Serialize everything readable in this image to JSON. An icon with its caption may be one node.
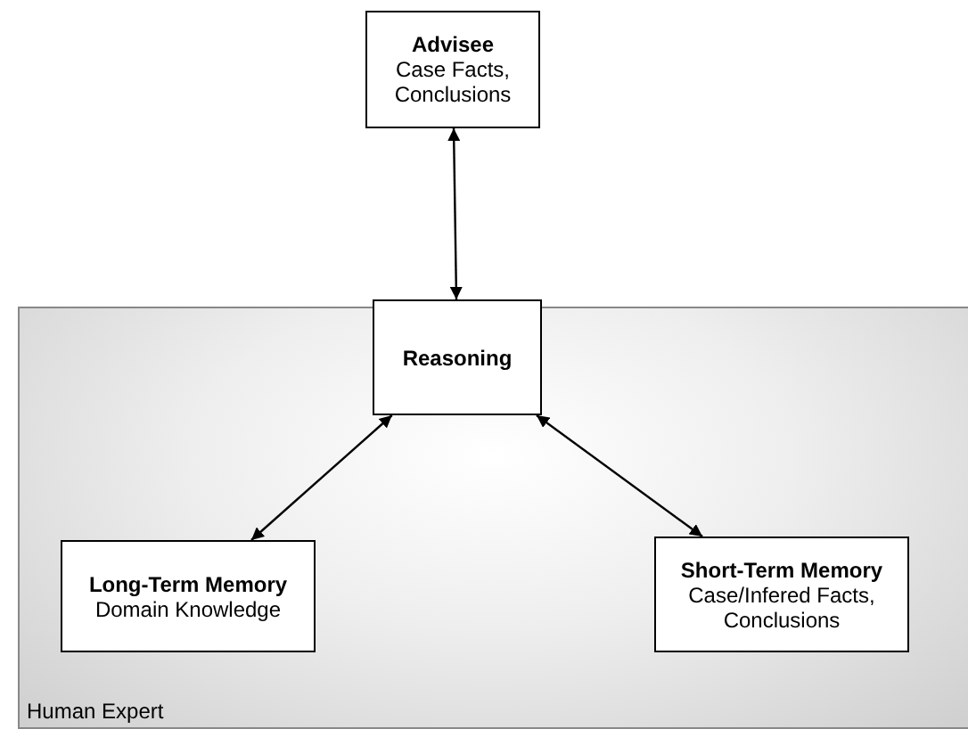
{
  "diagram": {
    "nodes": [
      {
        "text": [
          "Advisee",
          "Case Facts, Conclusions"
        ]
      },
      {
        "text": [
          "Human Expert"
        ]
      },
      {
        "text": [
          "Reasoning"
        ],
        "in": 1
      },
      {
        "text": [
          "Long-Term Memory",
          "Domain Knowledge"
        ],
        "in": 1
      },
      {
        "text": [
          "Short-Term Memory",
          "Case/Infered Facts, Conclusions"
        ],
        "in": 1
      }
    ],
    "edges": [
      {
        "from": 0,
        "to": 2,
        "arrow": "both"
      },
      {
        "from": 2,
        "to": 3,
        "arrow": "both"
      },
      {
        "from": 2,
        "to": 4,
        "arrow": "both"
      }
    ]
  }
}
